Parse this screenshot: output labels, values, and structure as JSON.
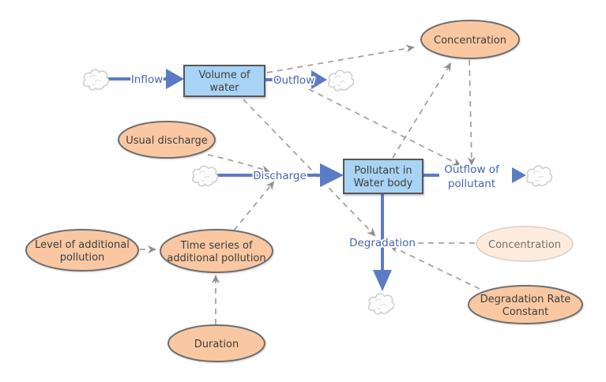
{
  "colors": {
    "stock_fill": "#a8d3f4",
    "stock_border": "#54565a",
    "flow_blue": "#5b7cc4",
    "flow_label_blue": "#4467b2",
    "variable_fill": "#f9c8a2",
    "variable_border": "#6e6e6e",
    "ghost_fill": "#fdecdd",
    "ghost_border": "#ddcfc4",
    "connector_gray": "#a3a3a3",
    "cloud_outline": "#cfcfcf",
    "text_dark": "#3d3d3d"
  },
  "stocks": {
    "volume": {
      "line1": "Volume of",
      "line2": "water"
    },
    "pollutant": {
      "line1": "Pollutant in",
      "line2": "Water body"
    }
  },
  "flows": {
    "inflow": "Inflow",
    "outflow": "Outflow",
    "discharge": "Discharge",
    "outflow_pollutant_line1": "Outflow of",
    "outflow_pollutant_line2": "pollutant",
    "degradation": "Degradation"
  },
  "variables": {
    "concentration": "Concentration",
    "usual_discharge": "Usual discharge",
    "level_line1": "Level of additional",
    "level_line2": "pollution",
    "timeseries_line1": "Time series of",
    "timeseries_line2": "additional pollution",
    "duration": "Duration",
    "ghost_concentration": "Concentration",
    "degradation_rate_line1": "Degradation Rate",
    "degradation_rate_line2": "Constant"
  }
}
